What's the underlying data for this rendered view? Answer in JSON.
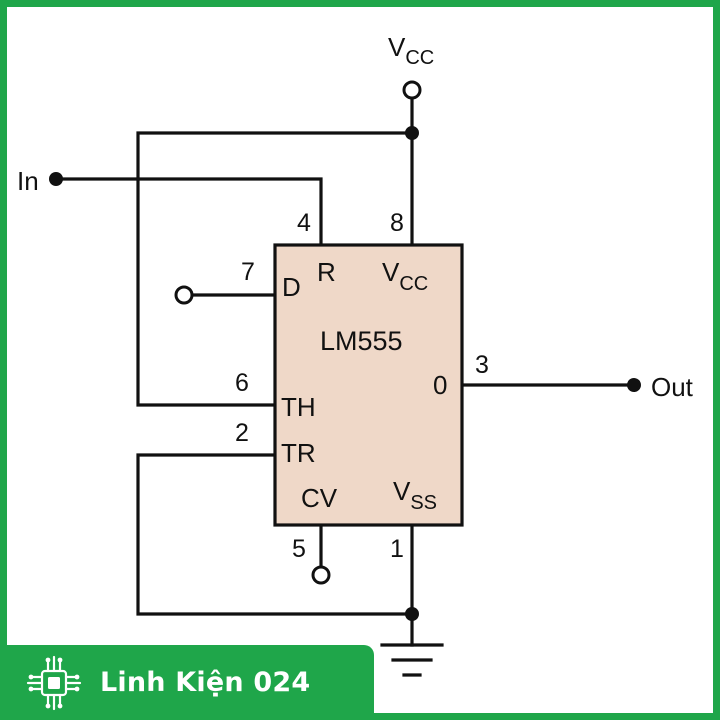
{
  "chip": {
    "name": "LM555",
    "body_color": "#efd8c8",
    "pins": {
      "reset": {
        "number": "4",
        "label": "R"
      },
      "vcc": {
        "number": "8",
        "label": "V",
        "sub": "CC"
      },
      "discharge": {
        "number": "7",
        "label": "D"
      },
      "threshold": {
        "number": "6",
        "label": "TH"
      },
      "trigger": {
        "number": "2",
        "label": "TR"
      },
      "control": {
        "number": "5",
        "label": "CV"
      },
      "ground": {
        "number": "1",
        "label": "V",
        "sub": "SS"
      },
      "output": {
        "number": "3",
        "label": "0"
      }
    }
  },
  "terminals": {
    "supply": {
      "label": "V",
      "sub": "CC"
    },
    "input": {
      "label": "In"
    },
    "output": {
      "label": "Out"
    }
  },
  "brand": {
    "name": "Linh Kiện 024",
    "logo_icon": "circuit-chip-icon",
    "color": "#1fa64a"
  }
}
